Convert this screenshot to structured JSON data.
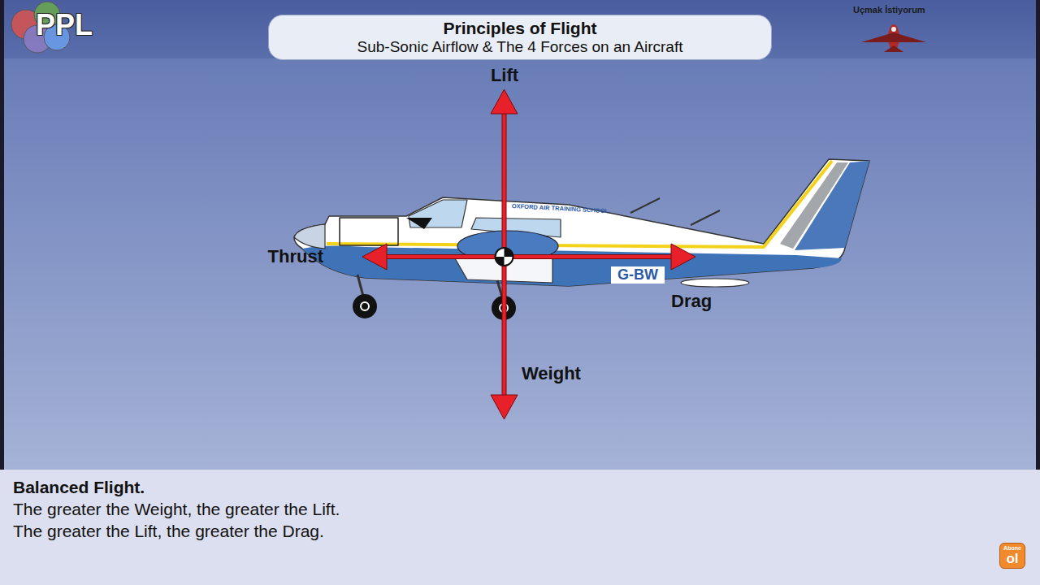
{
  "diagram": {
    "nodes": [
      {
        "text": [
          "Principles of Flight",
          "Sub-Sonic Airflow & The 4 Forces on an Aircraft"
        ]
      },
      {
        "text": [
          "Balanced Flight.",
          "The greater the Weight, the greater the Lift.",
          "The greater the Lift, the greater the Drag."
        ]
      },
      {
        "text": [
          "Abone",
          "ol"
        ]
      }
    ],
    "labels": [
      "PPL",
      "Uçmak İstiyorum",
      "OXFORD AIR TRAINING SCHOOL",
      "G-BW",
      "Lift",
      "Thrust",
      "Drag",
      "Weight"
    ]
  }
}
